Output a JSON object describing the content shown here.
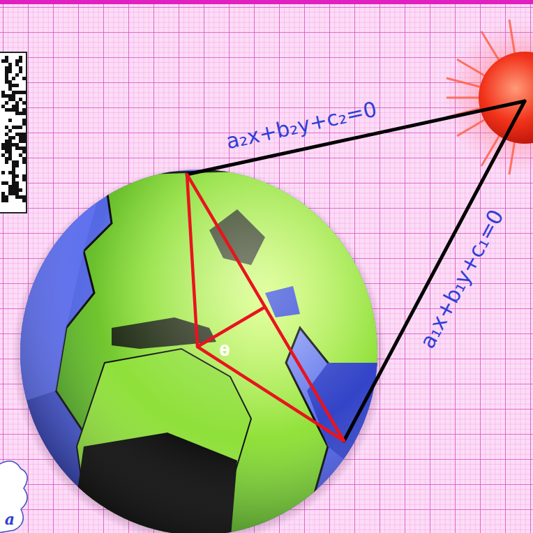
{
  "diagram": {
    "labels": [
      "a₂x+b₂y+c₂=0",
      "a₁x+b₁y+c₁=0",
      "θ",
      "a"
    ]
  }
}
